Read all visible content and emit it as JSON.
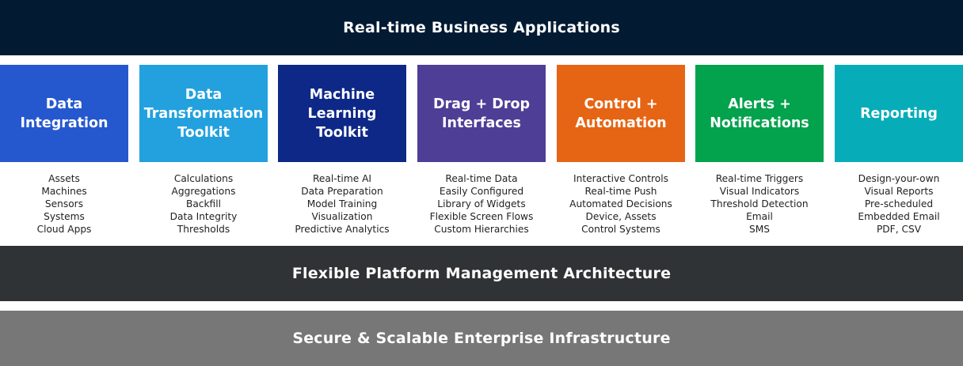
{
  "top_band": {
    "label": "Real-time Business Applications",
    "color": "#031a33"
  },
  "middle_band": {
    "label": "Flexible Platform Management Architecture",
    "color": "#303335"
  },
  "bottom_band": {
    "label": "Secure & Scalable Enterprise Infrastructure",
    "color": "#777777"
  },
  "modules": [
    {
      "title": "Data\nIntegration",
      "color": "#2558cf",
      "items": [
        "Assets",
        "Machines",
        "Sensors",
        "Systems",
        "Cloud Apps"
      ]
    },
    {
      "title": "Data\nTransformation\nToolkit",
      "color": "#22a1de",
      "items": [
        "Calculations",
        "Aggregations",
        "Backfill",
        "Data Integrity",
        "Thresholds"
      ]
    },
    {
      "title": "Machine\nLearning\nToolkit",
      "color": "#0e2888",
      "items": [
        "Real-time AI",
        "Data Preparation",
        "Model Training",
        "Visualization",
        "Predictive Analytics"
      ]
    },
    {
      "title": "Drag + Drop\nInterfaces",
      "color": "#4f3e96",
      "items": [
        "Real-time Data",
        "Easily Configured",
        "Library of Widgets",
        "Flexible Screen Flows",
        "Custom Hierarchies"
      ]
    },
    {
      "title": "Control +\nAutomation",
      "color": "#e56514",
      "items": [
        "Interactive Controls",
        "Real-time Push",
        "Automated Decisions",
        "Device, Assets",
        "Control Systems"
      ]
    },
    {
      "title": "Alerts +\nNotifications",
      "color": "#03a24c",
      "items": [
        "Real-time Triggers",
        "Visual Indicators",
        "Threshold Detection",
        "Email",
        "SMS"
      ]
    },
    {
      "title": "Reporting",
      "color": "#06adb8",
      "items": [
        "Design-your-own",
        "Visual Reports",
        "Pre-scheduled",
        "Embedded Email",
        "PDF, CSV"
      ]
    }
  ]
}
